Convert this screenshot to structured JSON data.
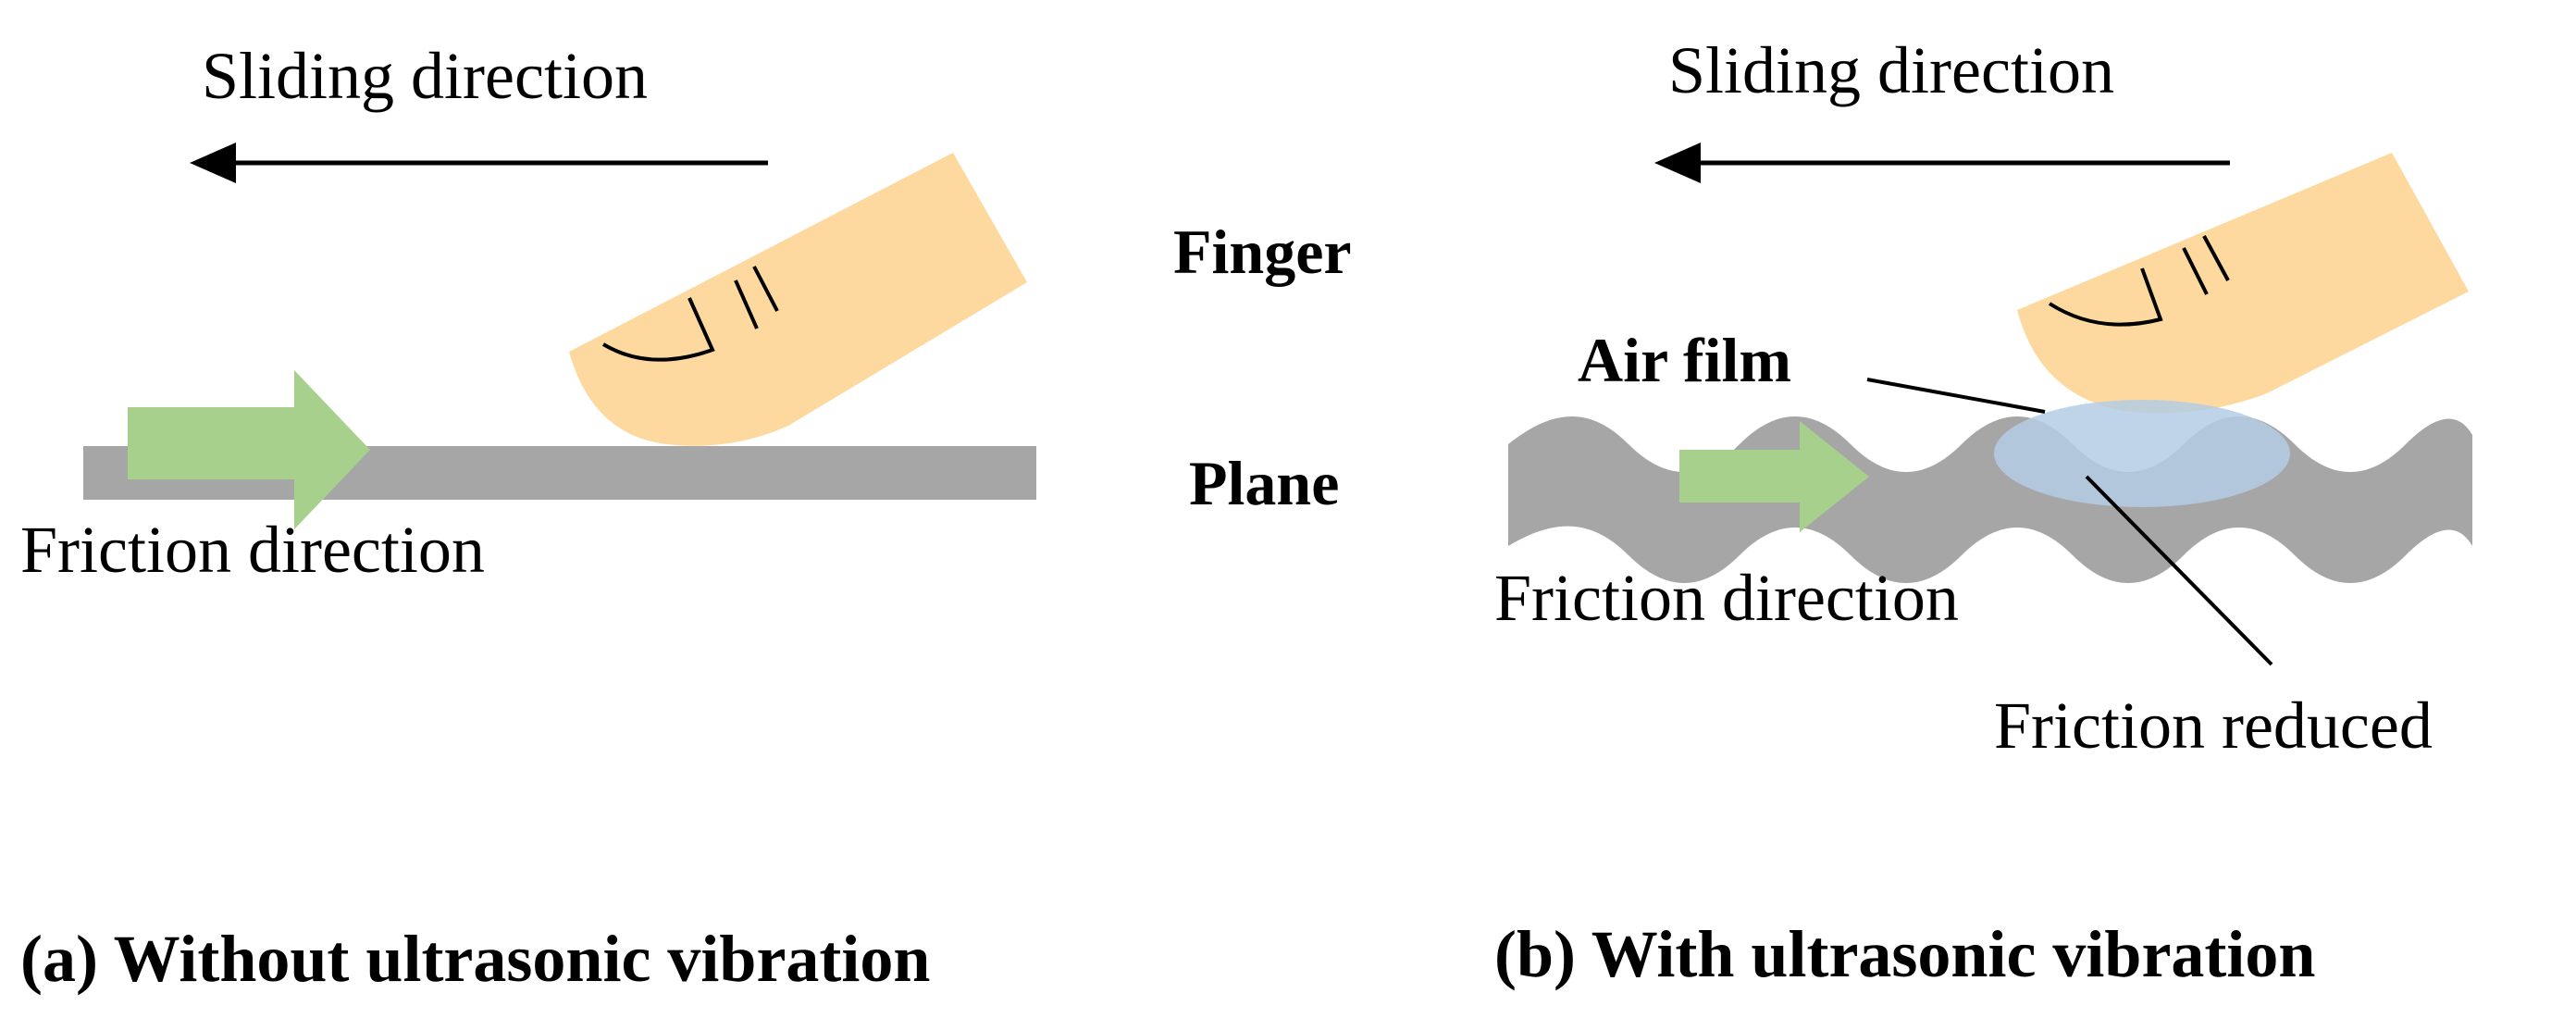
{
  "center_labels": {
    "finger": "Finger",
    "plane": "Plane"
  },
  "panel_a": {
    "sliding_label": "Sliding direction",
    "friction_label": "Friction direction",
    "caption": "(a) Without ultrasonic vibration"
  },
  "panel_b": {
    "sliding_label": "Sliding direction",
    "air_film_label": "Air film",
    "friction_label": "Friction direction",
    "friction_reduced_label": "Friction reduced",
    "caption": "(b) With ultrasonic vibration"
  },
  "colors": {
    "finger": "#FDD9A0",
    "plane": "#A6A6A6",
    "friction_arrow": "#A8D08D",
    "air_film": "#B4CCE4",
    "line": "#000000"
  }
}
